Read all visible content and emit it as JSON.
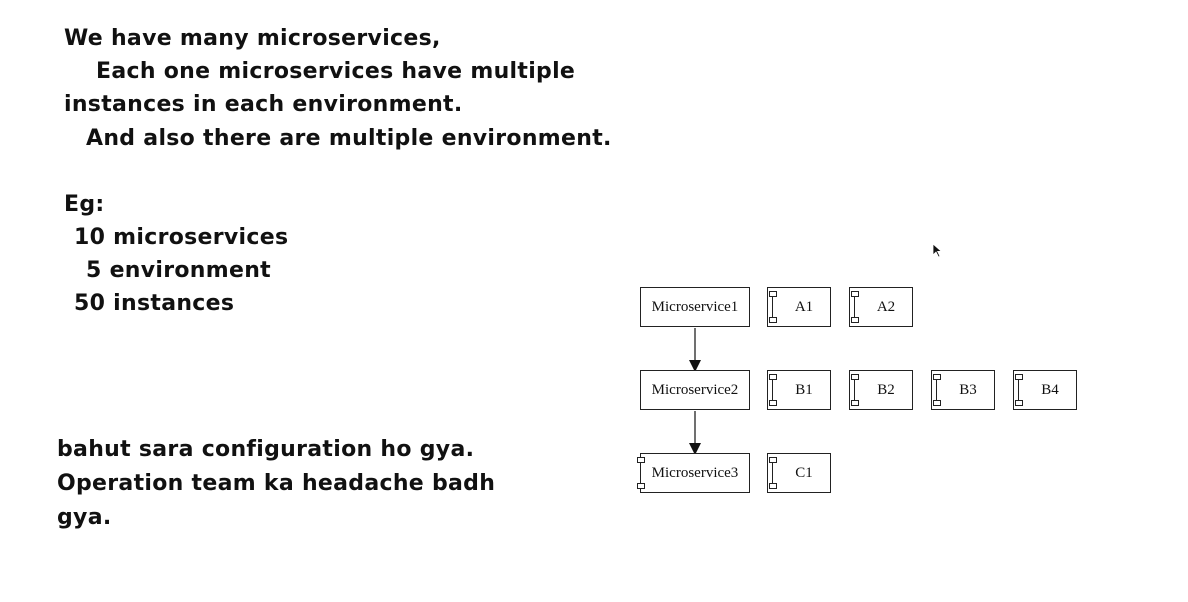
{
  "intro": {
    "line1": "We have many microservices,",
    "line2": "Each one microservices have multiple",
    "line3": "instances in each environment.",
    "line4": "And also there are multiple environment."
  },
  "example": {
    "heading": "Eg:",
    "microservices": "10 microservices",
    "environments": "5 environment",
    "instances": "50  instances"
  },
  "conclusion": {
    "line1": "bahut sara configuration ho gya.",
    "line2": "Operation team ka headache badh",
    "line3": "gya."
  },
  "diagram": {
    "rows": [
      {
        "service": "Microservice1",
        "instances": [
          "A1",
          "A2"
        ]
      },
      {
        "service": "Microservice2",
        "instances": [
          "B1",
          "B2",
          "B3",
          "B4"
        ]
      },
      {
        "service": "Microservice3",
        "instances": [
          "C1"
        ]
      }
    ]
  }
}
